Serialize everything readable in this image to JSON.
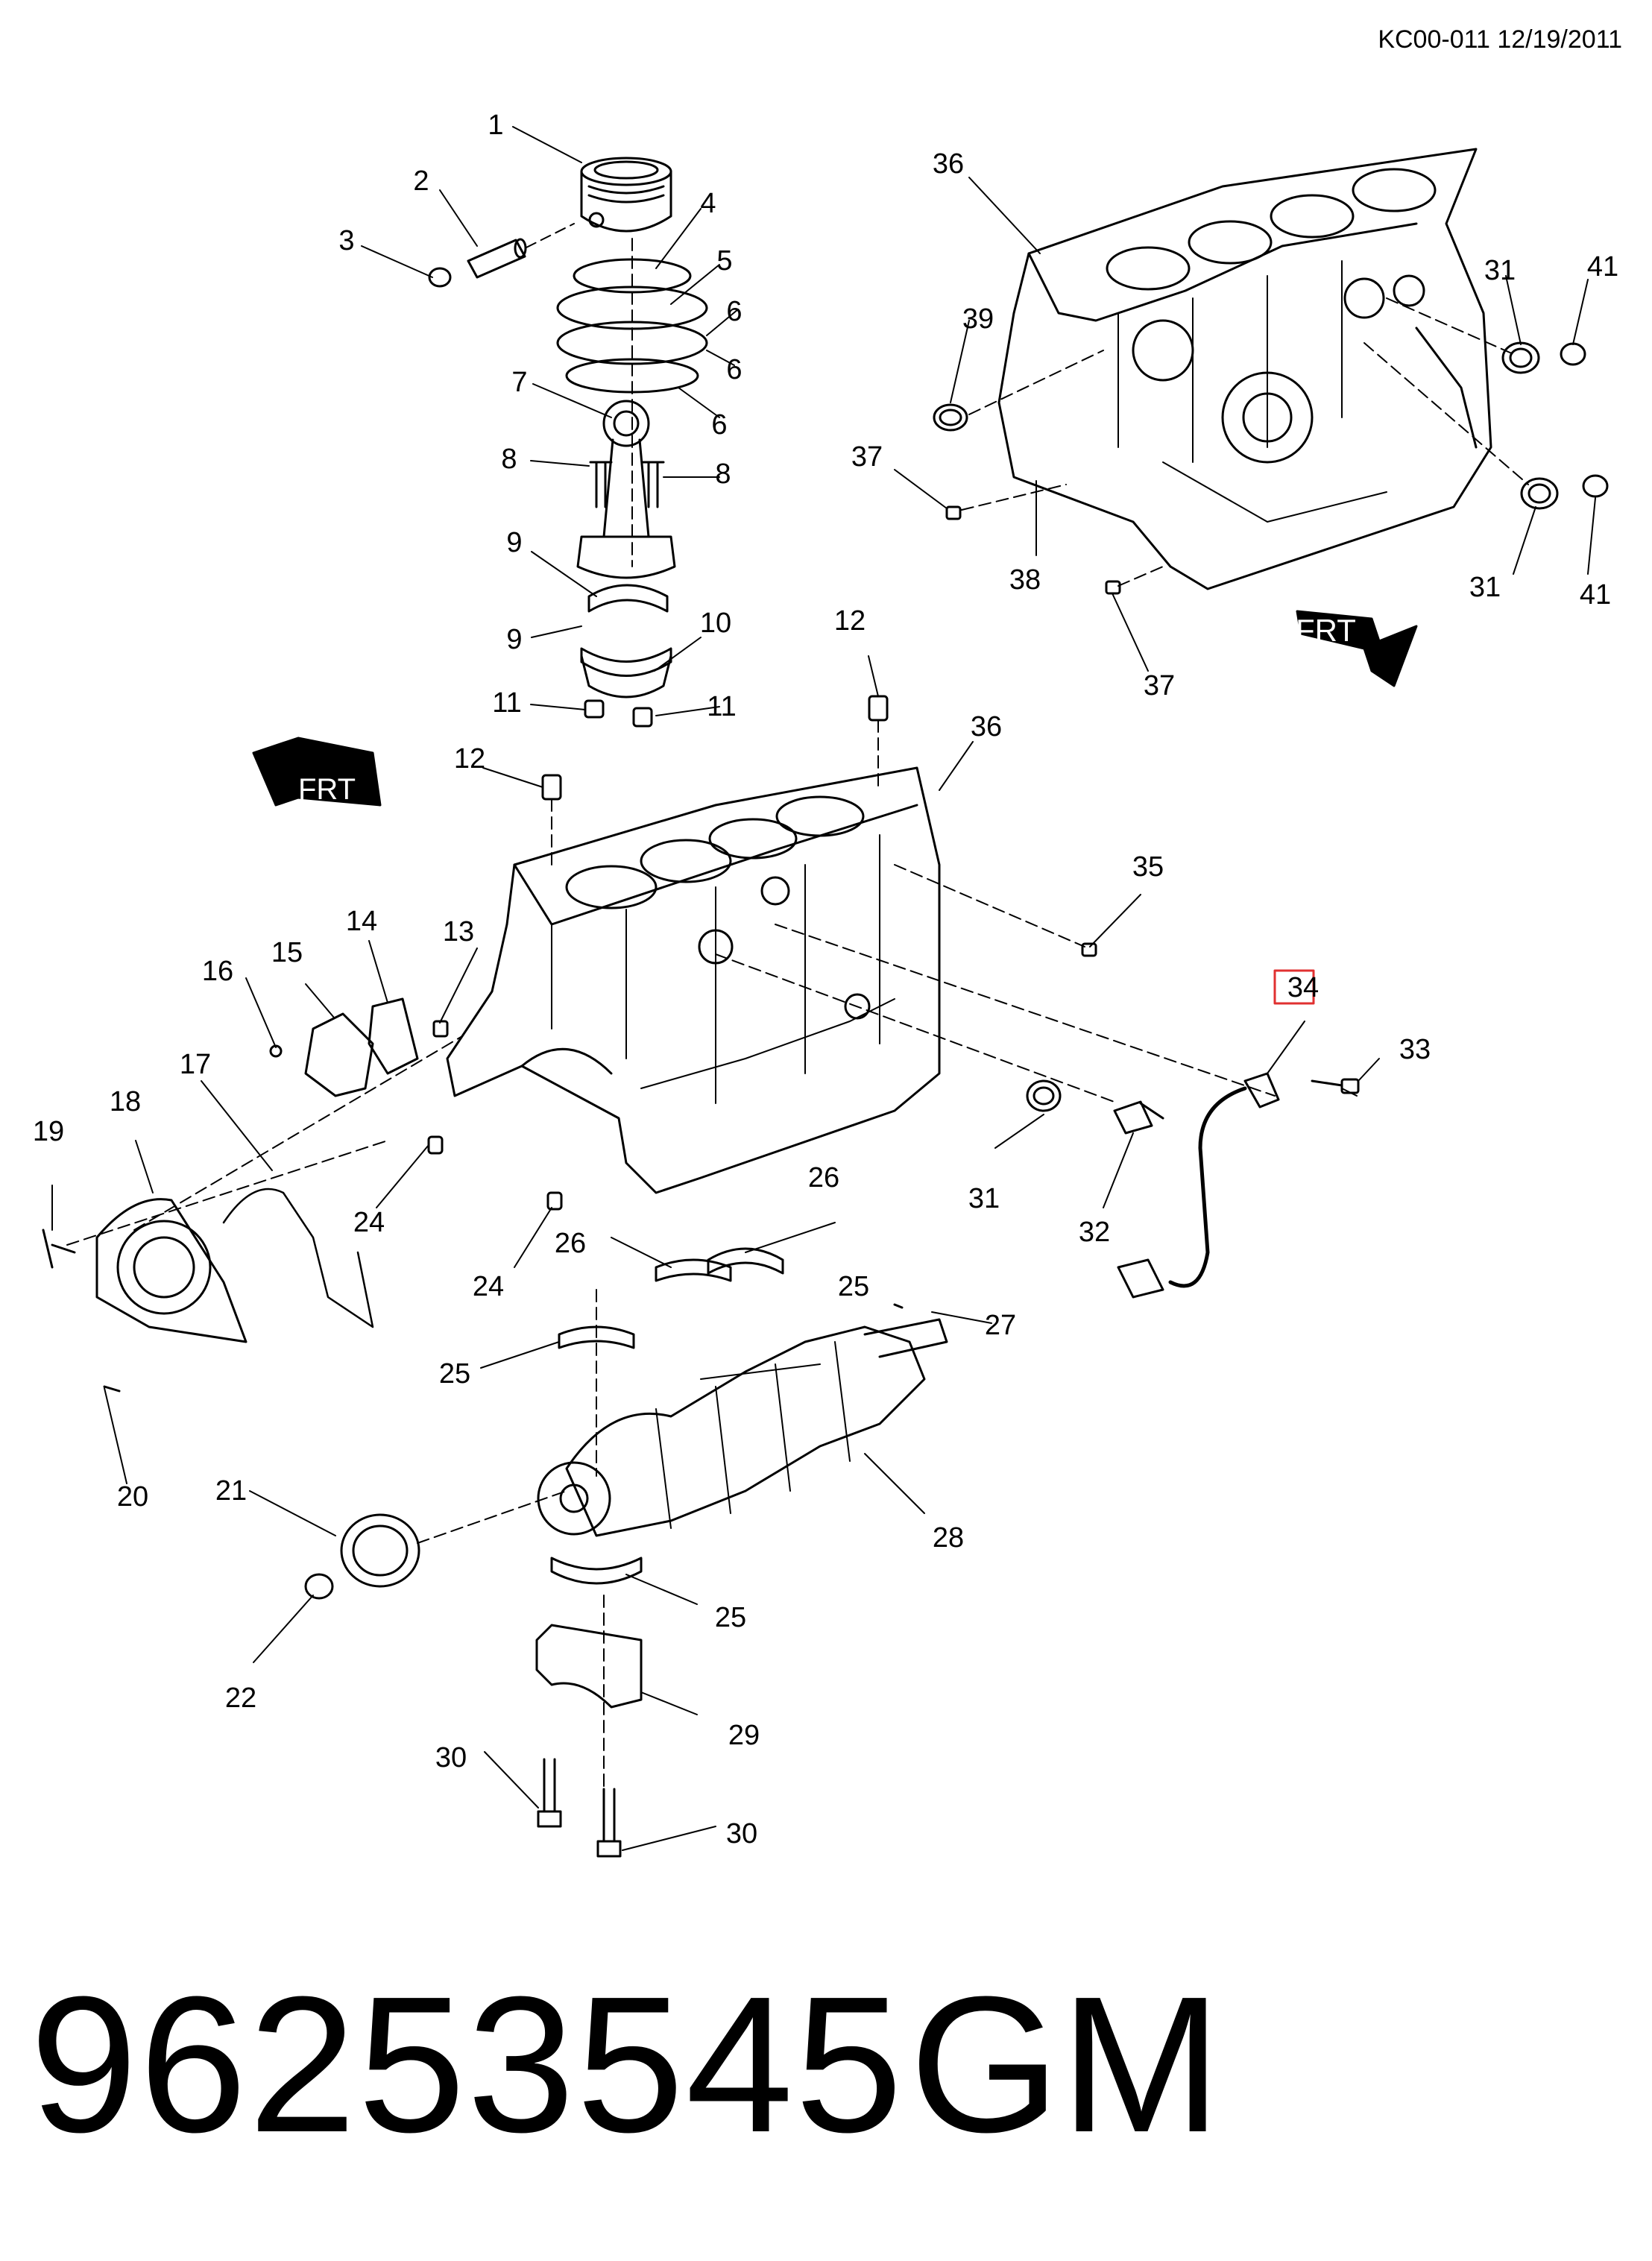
{
  "header": {
    "code": "KC00-011 12/19/2011"
  },
  "footer": {
    "part_number": "96253545",
    "maker": "GM"
  },
  "arrows": {
    "front_label": "FRT"
  },
  "highlighted_callout": "34",
  "callouts": [
    {
      "id": "c1",
      "label": "1"
    },
    {
      "id": "c2",
      "label": "2"
    },
    {
      "id": "c3",
      "label": "3"
    },
    {
      "id": "c4",
      "label": "4"
    },
    {
      "id": "c5",
      "label": "5"
    },
    {
      "id": "c6a",
      "label": "6"
    },
    {
      "id": "c6b",
      "label": "6"
    },
    {
      "id": "c6c",
      "label": "6"
    },
    {
      "id": "c7",
      "label": "7"
    },
    {
      "id": "c8a",
      "label": "8"
    },
    {
      "id": "c8b",
      "label": "8"
    },
    {
      "id": "c9a",
      "label": "9"
    },
    {
      "id": "c9b",
      "label": "9"
    },
    {
      "id": "c10",
      "label": "10"
    },
    {
      "id": "c11a",
      "label": "11"
    },
    {
      "id": "c11b",
      "label": "11"
    },
    {
      "id": "c12a",
      "label": "12"
    },
    {
      "id": "c12b",
      "label": "12"
    },
    {
      "id": "c13",
      "label": "13"
    },
    {
      "id": "c14",
      "label": "14"
    },
    {
      "id": "c15",
      "label": "15"
    },
    {
      "id": "c16",
      "label": "16"
    },
    {
      "id": "c17",
      "label": "17"
    },
    {
      "id": "c18",
      "label": "18"
    },
    {
      "id": "c19",
      "label": "19"
    },
    {
      "id": "c20",
      "label": "20"
    },
    {
      "id": "c21",
      "label": "21"
    },
    {
      "id": "c22",
      "label": "22"
    },
    {
      "id": "c24a",
      "label": "24"
    },
    {
      "id": "c24b",
      "label": "24"
    },
    {
      "id": "c25a",
      "label": "25"
    },
    {
      "id": "c25b",
      "label": "25"
    },
    {
      "id": "c25c",
      "label": "25"
    },
    {
      "id": "c26a",
      "label": "26"
    },
    {
      "id": "c26b",
      "label": "26"
    },
    {
      "id": "c27",
      "label": "27"
    },
    {
      "id": "c28",
      "label": "28"
    },
    {
      "id": "c29",
      "label": "29"
    },
    {
      "id": "c30a",
      "label": "30"
    },
    {
      "id": "c30b",
      "label": "30"
    },
    {
      "id": "c31a",
      "label": "31"
    },
    {
      "id": "c31b",
      "label": "31"
    },
    {
      "id": "c31c",
      "label": "31"
    },
    {
      "id": "c32",
      "label": "32"
    },
    {
      "id": "c33",
      "label": "33"
    },
    {
      "id": "c34",
      "label": "34"
    },
    {
      "id": "c35",
      "label": "35"
    },
    {
      "id": "c36a",
      "label": "36"
    },
    {
      "id": "c36b",
      "label": "36"
    },
    {
      "id": "c37a",
      "label": "37"
    },
    {
      "id": "c37b",
      "label": "37"
    },
    {
      "id": "c38",
      "label": "38"
    },
    {
      "id": "c39",
      "label": "39"
    },
    {
      "id": "c41a",
      "label": "41"
    },
    {
      "id": "c41b",
      "label": "41"
    }
  ]
}
